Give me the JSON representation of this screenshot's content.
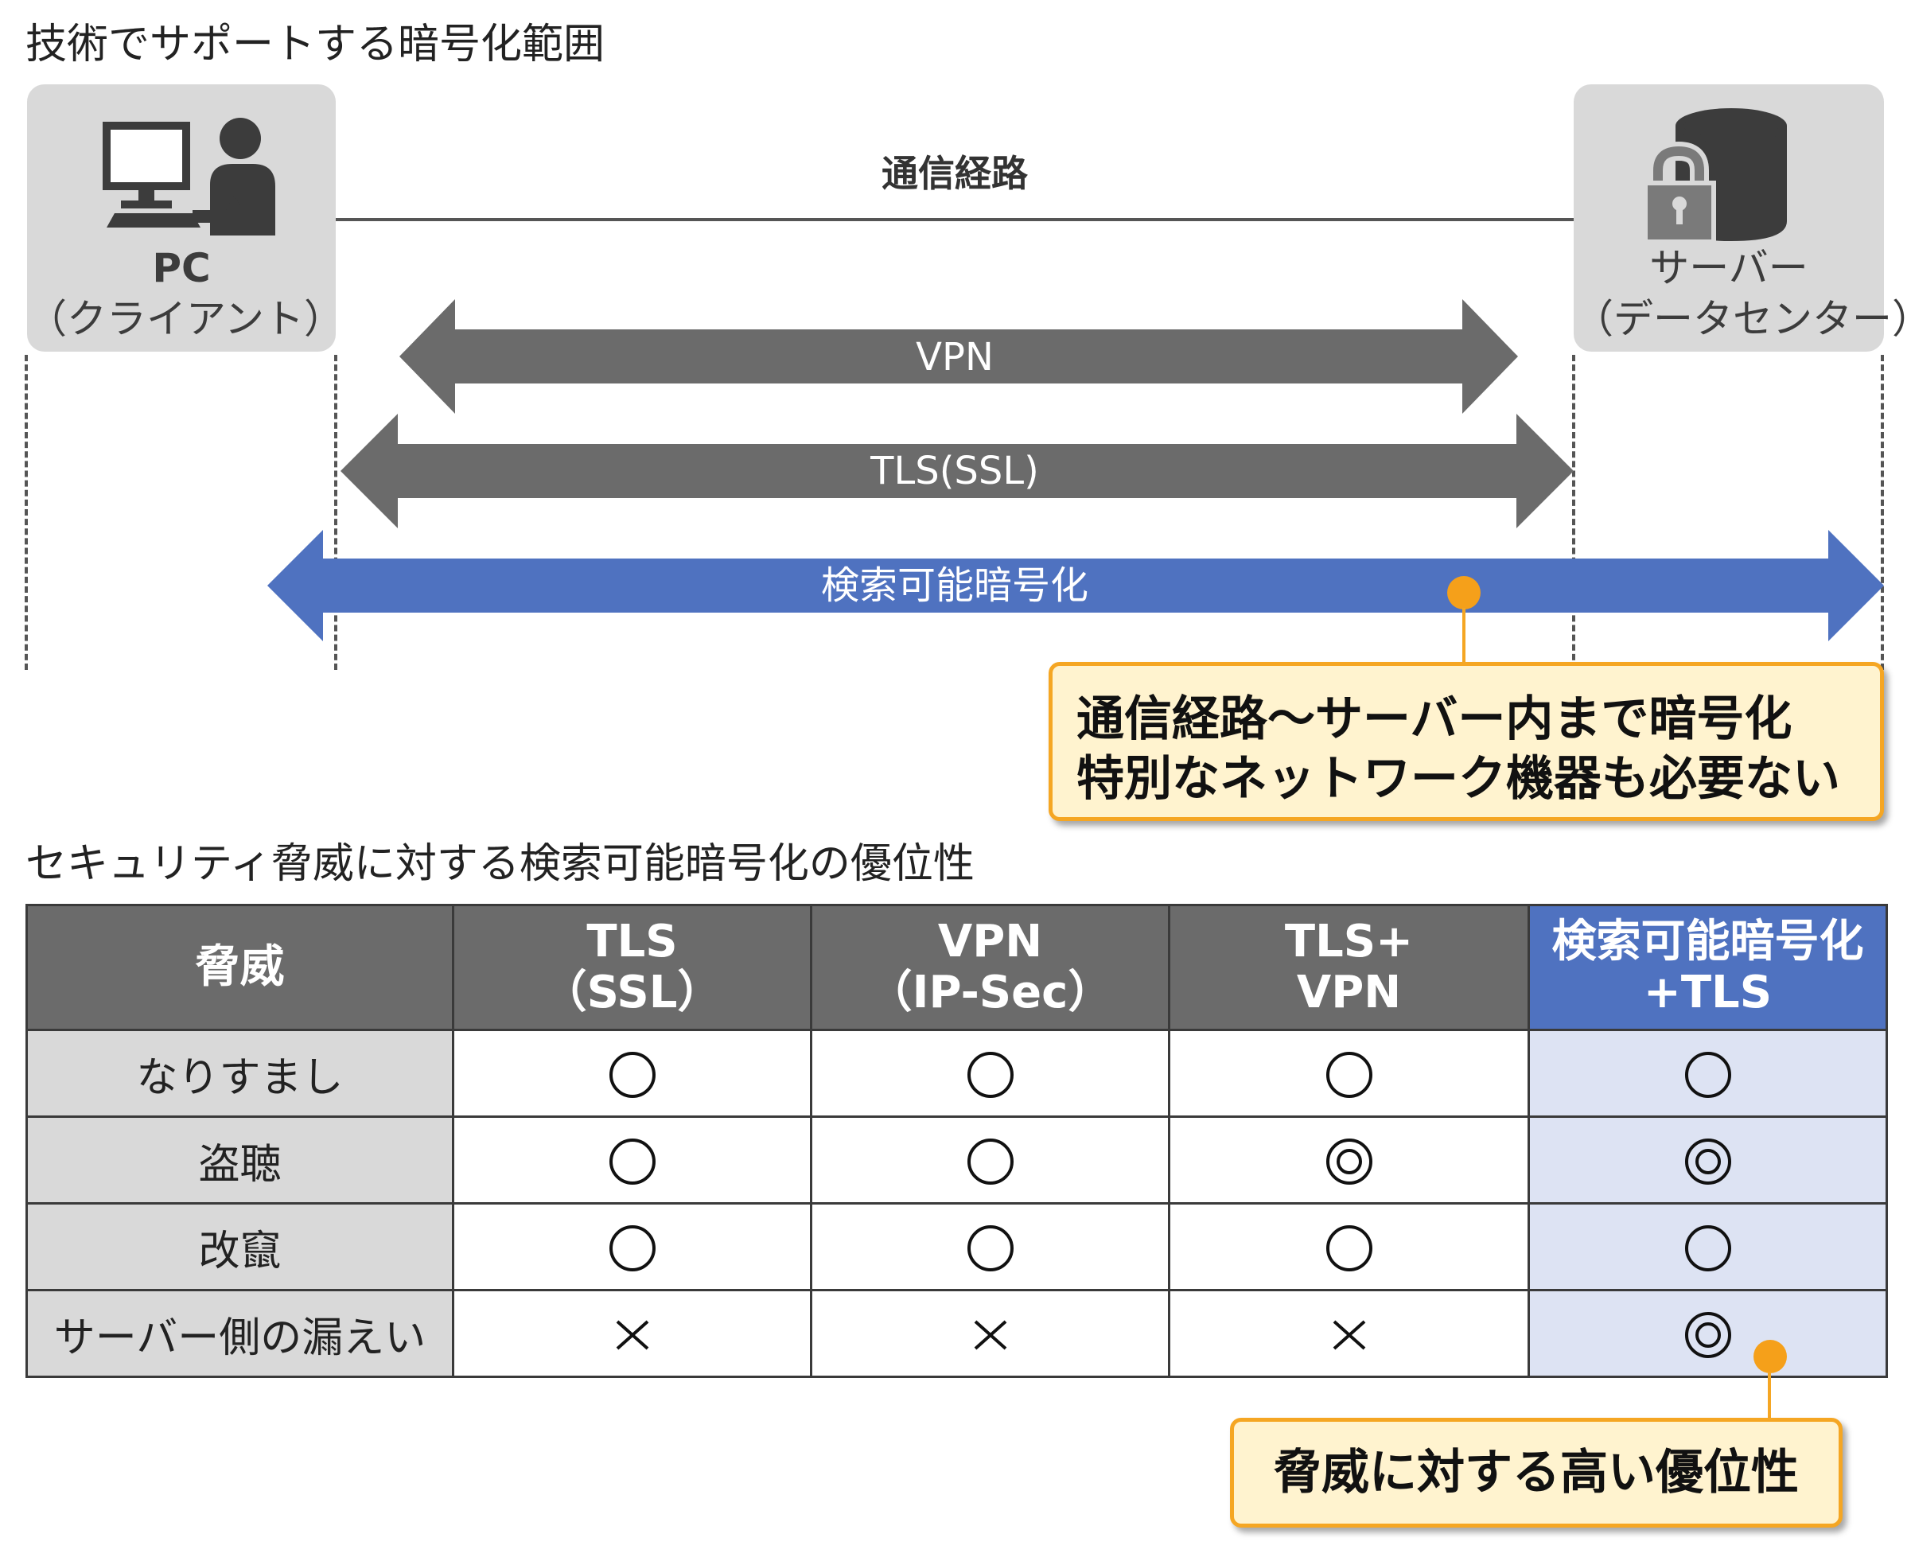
{
  "scope": {
    "title": "技術でサポートする暗号化範囲",
    "client": {
      "line1": "PC",
      "line2": "（クライアント）"
    },
    "server": {
      "line1": "サーバー",
      "line2": "（データセンター）"
    },
    "route_label": "通信経路",
    "arrows": [
      {
        "label": "VPN",
        "color": "#6b6b6b"
      },
      {
        "label": "TLS(SSL)",
        "color": "#6b6b6b"
      },
      {
        "label": "検索可能暗号化",
        "color": "#4f72c0"
      }
    ],
    "callout": {
      "line1": "通信経路～サーバー内まで暗号化",
      "line2": "特別なネットワーク機器も必要ない"
    }
  },
  "comparison": {
    "title": "セキュリティ脅威に対する検索可能暗号化の優位性",
    "headers": [
      {
        "line1": "脅威",
        "line2": ""
      },
      {
        "line1": "TLS",
        "line2": "（SSL）"
      },
      {
        "line1": "VPN",
        "line2": "（IP-Sec）"
      },
      {
        "line1": "TLS+",
        "line2": "VPN"
      },
      {
        "line1": "検索可能暗号化",
        "line2": "+TLS"
      }
    ],
    "rows": [
      {
        "threat": "なりすまし",
        "values": [
          "○",
          "○",
          "○",
          "○"
        ]
      },
      {
        "threat": "盗聴",
        "values": [
          "○",
          "○",
          "◎",
          "◎"
        ]
      },
      {
        "threat": "改竄",
        "values": [
          "○",
          "○",
          "○",
          "○"
        ]
      },
      {
        "threat": "サーバー側の漏えい",
        "values": [
          "×",
          "×",
          "×",
          "◎"
        ]
      }
    ],
    "callout": "脅威に対する高い優位性"
  },
  "colors": {
    "gray_arrow": "#6b6b6b",
    "blue": "#4f72c0",
    "highlight_col": "#dde3f3",
    "callout_border": "#f5a623",
    "callout_bg": "#fff3cf"
  }
}
